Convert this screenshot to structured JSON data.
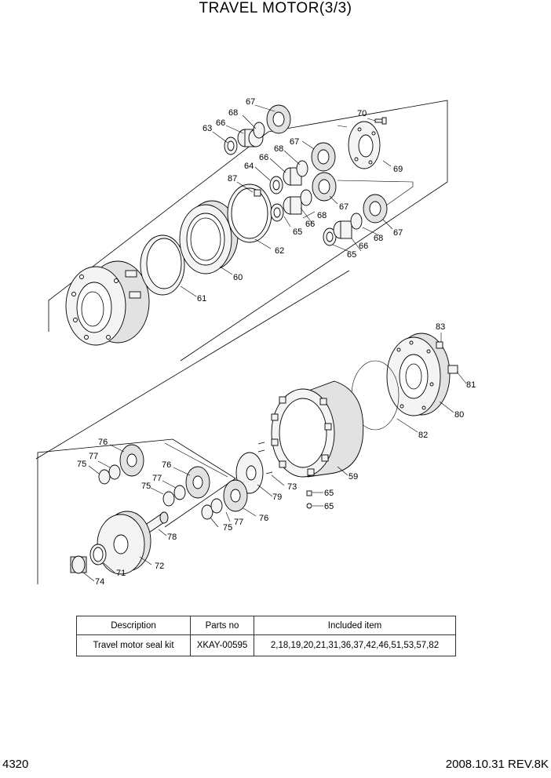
{
  "page_title": "TRAVEL MOTOR(3/3)",
  "kit_table": {
    "headers": [
      "Description",
      "Parts no",
      "Included item"
    ],
    "rows": [
      [
        "Travel motor seal kit",
        "XKAY-00595",
        "2,18,19,20,21,31,36,37,42,46,51,53,57,82"
      ]
    ]
  },
  "footer": {
    "page_number": "4320",
    "revision": "2008.10.31  REV.8K"
  },
  "part_callouts": [
    "59",
    "60",
    "61",
    "62",
    "63",
    "64",
    "65",
    "65",
    "65",
    "65",
    "66",
    "66",
    "66",
    "66",
    "67",
    "67",
    "67",
    "67",
    "68",
    "68",
    "68",
    "68",
    "69",
    "70",
    "71",
    "72",
    "73",
    "74",
    "75",
    "75",
    "75",
    "76",
    "76",
    "76",
    "77",
    "77",
    "77",
    "78",
    "79",
    "80",
    "81",
    "82",
    "83",
    "87"
  ]
}
